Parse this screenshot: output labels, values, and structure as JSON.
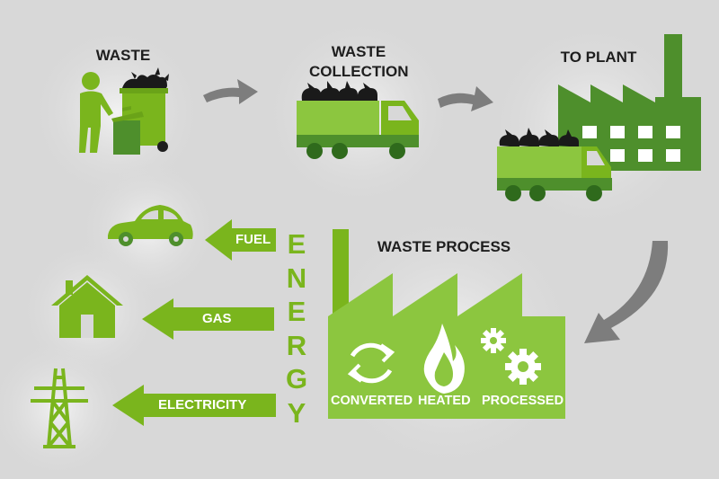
{
  "colors": {
    "background": "#d8d8d8",
    "light_green": "#7ab51d",
    "bright_green": "#8cc63f",
    "dark_green": "#4e8f2c",
    "arrow_gray": "#7d7d7d",
    "bag_black": "#1a1a1a"
  },
  "steps": {
    "waste": {
      "label": "WASTE",
      "icon": "person-with-trash-bin-icon"
    },
    "collection": {
      "line1": "WASTE",
      "line2": "COLLECTION",
      "icon": "garbage-truck-icon"
    },
    "to_plant": {
      "label": "TO PLANT",
      "icon": "factory-with-truck-icon"
    },
    "process": {
      "label": "WASTE PROCESS",
      "stages": [
        "CONVERTED",
        "HEATED",
        "PROCESSED"
      ]
    }
  },
  "energy": {
    "letters": [
      "E",
      "N",
      "E",
      "R",
      "G",
      "Y"
    ],
    "outputs": [
      {
        "label": "FUEL",
        "icon": "car-icon"
      },
      {
        "label": "GAS",
        "icon": "house-icon"
      },
      {
        "label": "ELECTRICITY",
        "icon": "power-tower-icon"
      }
    ]
  }
}
